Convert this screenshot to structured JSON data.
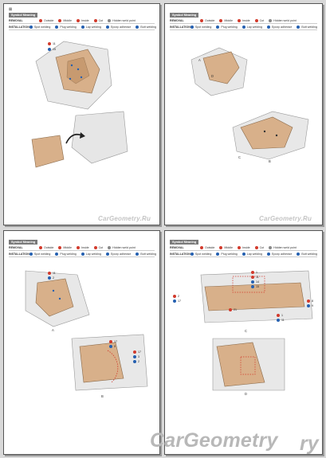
{
  "legend": {
    "title": "Symbol Meaning",
    "removal": {
      "label": "REMOVAL",
      "items": [
        "Outside",
        "Middle",
        "Inside",
        "Cut",
        "Hidden weld point"
      ]
    },
    "installation": {
      "label": "INSTALLATION",
      "items": [
        "Spot welding",
        "Plug welding",
        "Lap welding",
        "Epoxy adhesive",
        "Butt welding"
      ]
    }
  },
  "pages": {
    "p1": {
      "corner_mark": "⊠",
      "callouts": [
        "11",
        "15"
      ],
      "watermark": "CarGeometry.Ru"
    },
    "p2": {
      "letters": [
        "A",
        "B",
        "C",
        "D"
      ],
      "watermark": "CarGeometry.Ru"
    },
    "p3": {
      "callouts": [
        "11",
        "2",
        "17",
        "5",
        "17",
        "3",
        "2"
      ],
      "letters": [
        "A",
        "B"
      ]
    },
    "p4": {
      "callouts": [
        "1",
        "11",
        "14",
        "15",
        "2",
        "17",
        "21",
        "8",
        "9",
        "1",
        "11"
      ],
      "letters": [
        "C",
        "D"
      ]
    }
  },
  "footer": {
    "watermark": "CarGeometry"
  }
}
